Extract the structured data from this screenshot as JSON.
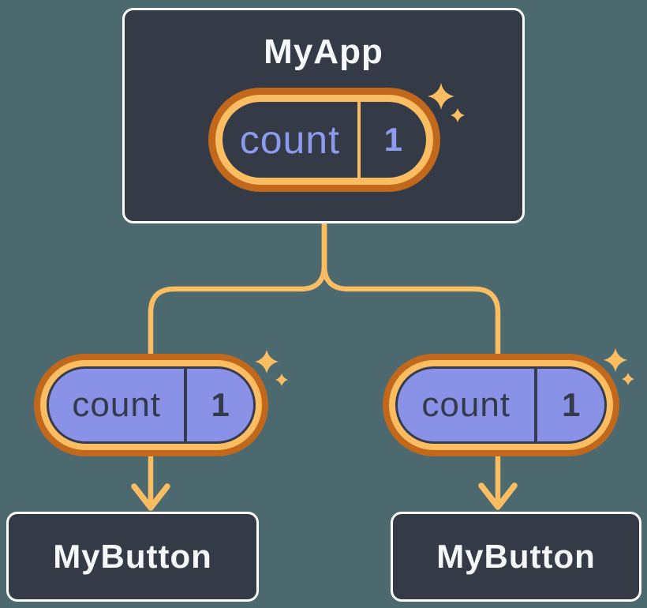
{
  "colors": {
    "background": "#4d6970",
    "box_fill": "#343a46",
    "box_border": "#ffffff",
    "line_orange": "#fabd62",
    "ring_dark_orange": "#c1681c",
    "pill_purple_fill": "#8a92e8",
    "pill_purple_text": "#8c9bee",
    "pill_dark_outline": "#363b4e",
    "pill_dark_text": "#333a49",
    "title_text": "#f6f7f9"
  },
  "icons": {
    "sparkle": "sparkle-icon",
    "arrow": "arrow-down-icon"
  },
  "tree": {
    "root": {
      "title": "MyApp",
      "state": {
        "name": "count",
        "value": "1"
      }
    },
    "children": [
      {
        "title": "MyButton",
        "prop": {
          "name": "count",
          "value": "1"
        }
      },
      {
        "title": "MyButton",
        "prop": {
          "name": "count",
          "value": "1"
        }
      }
    ]
  }
}
